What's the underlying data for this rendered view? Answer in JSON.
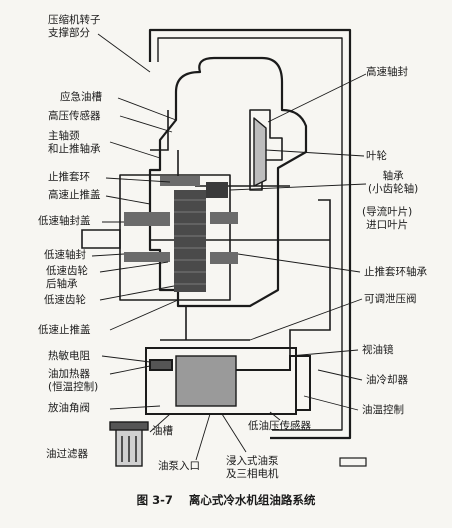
{
  "labels": {
    "compressor_rotor_support": "压缩机转子\n支撑部分",
    "emergency_oil_tank": "应急油槽",
    "high_pressure_sensor": "高压传感器",
    "main_journal_thrust_bearing": "主轴颈\n和止推轴承",
    "stop_ring": "止推套环",
    "high_speed_thrust_cover": "高速止推盖",
    "low_speed_shaft_seal_cover": "低速轴封盖",
    "low_speed_shaft_seal": "低速轴封",
    "low_speed_gear_rear_bearing": "低速齿轮\n后轴承",
    "low_speed_gear": "低速齿轮",
    "low_speed_thrust_cover": "低速止推盖",
    "thermistor": "热敏电阻",
    "oil_heater": "油加热器\n(恒温控制)",
    "drain_angle_valve": "放油角阀",
    "oil_filter": "油过滤器",
    "oil_sump": "油槽",
    "pump_inlet": "油泵入口",
    "submerged_pump_motor": "浸入式油泵\n及三相电机",
    "low_oil_pressure_sensor": "低油压传感器",
    "oil_temp_control": "油温控制",
    "oil_cooler": "油冷却器",
    "sight_glass": "视油镜",
    "adjustable_relief_valve": "可调泄压阀",
    "stop_ring_bearing": "止推套环轴承",
    "bearing_pinion_shaft": "轴承\n(小齿轮轴)",
    "guide_vane": "(导流叶片)\n进口叶片",
    "impeller": "叶轮",
    "high_speed_shaft_seal": "高速轴封"
  },
  "caption": {
    "figure_no": "图 3-7",
    "title": "离心式冷水机组油路系统"
  }
}
